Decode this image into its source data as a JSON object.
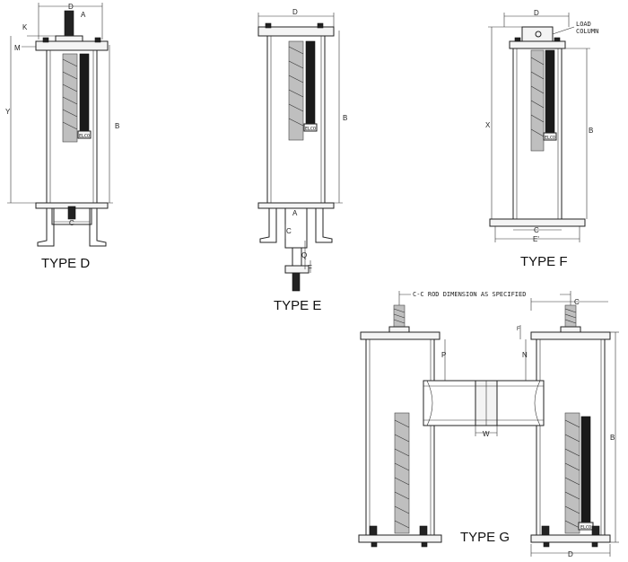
{
  "types": {
    "d": {
      "title": "TYPE D",
      "dims": {
        "d": "D",
        "a": "A",
        "k": "K",
        "m": "M",
        "y": "Y",
        "b": "B",
        "c": "C"
      }
    },
    "e": {
      "title": "TYPE E",
      "dims": {
        "d": "D",
        "b": "B",
        "a": "A",
        "c": "C",
        "q": "Q",
        "f": "F"
      }
    },
    "f": {
      "title": "TYPE F",
      "dims": {
        "d": "D",
        "load_column": [
          "LOAD",
          "COLUMN"
        ],
        "x": "X",
        "b": "B",
        "c": "C",
        "e": "E'"
      }
    },
    "g": {
      "title": "TYPE G",
      "dims": {
        "cc_rod": "C-C ROD DIMENSION AS SPECIFIED",
        "c": "C",
        "p": "P",
        "n": "N",
        "f": "F",
        "w": "W",
        "b": "B",
        "d": "D"
      }
    }
  },
  "brand": "ELCO",
  "colors": {
    "line": "#222222",
    "spring": "#bfbfbf",
    "scale": "#1a1a1a"
  }
}
